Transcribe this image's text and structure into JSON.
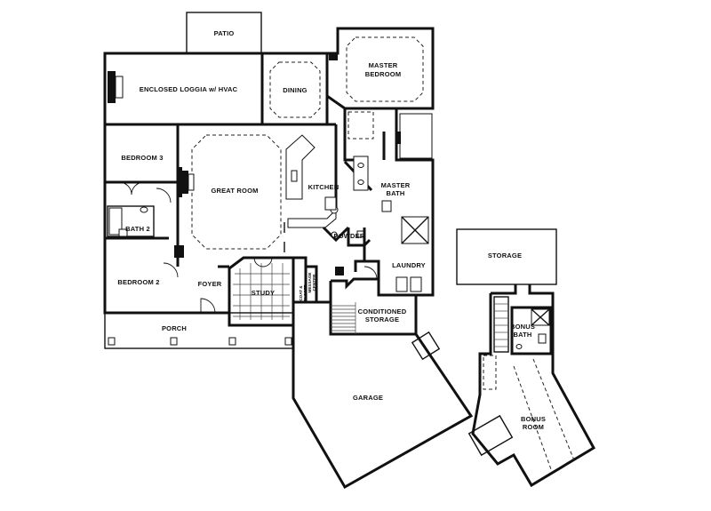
{
  "plan": {
    "rooms": {
      "patio": "PATIO",
      "loggia": "ENCLOSED LOGGIA w/ HVAC",
      "dining": "DINING",
      "master_bedroom_1": "MASTER",
      "master_bedroom_2": "BEDROOM",
      "bedroom3": "BEDROOM 3",
      "great_room": "GREAT ROOM",
      "kitchen": "KITCHEN",
      "master_bath_1": "MASTER",
      "master_bath_2": "BATH",
      "bath2": "BATH 2",
      "powder": "POWDER",
      "laundry": "LAUNDRY",
      "bedroom2": "BEDROOM 2",
      "foyer": "FOYER",
      "study": "STUDY",
      "coat_closet_1": "COAT &",
      "coat_closet_2": "CLOSET",
      "message_center_1": "MESSAGE",
      "message_center_2": "CENTER",
      "conditioned_storage_1": "CONDITIONED",
      "conditioned_storage_2": "STORAGE",
      "porch": "PORCH",
      "garage": "GARAGE",
      "storage": "STORAGE",
      "bonus_bath_1": "BONUS",
      "bonus_bath_2": "BATH",
      "bonus_room_1": "BONUS",
      "bonus_room_2": "ROOM"
    }
  }
}
